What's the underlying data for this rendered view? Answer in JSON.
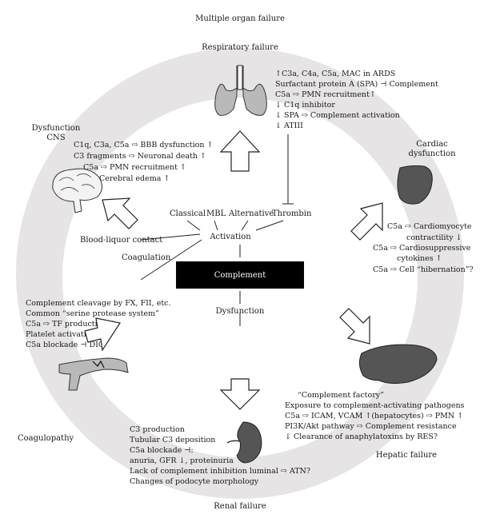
{
  "title": "Multiple organ failure",
  "respiratory": {
    "label": "Respiratory failure",
    "lines": [
      "↑C3a, C4a, C5a, MAC in ARDS",
      "Surfactant protein A (SPA) ⊣ Complement",
      "C5a ⇨ PMN recruitment↑",
      "↓ C1q inhibitor",
      "↓ SPA ⇨ Complement activation",
      "↓ ATIII"
    ]
  },
  "cns": {
    "label_line1": "Dysfunction",
    "label_line2": "CNS",
    "lines": [
      "C1q, C3a, C5a ⇨ BBB dysfunction ↑",
      "C3 fragments ⇨ Neuronal death ↑",
      "C5a ⇨ PMN recruitment ↑",
      "Cerebral edema ↑"
    ]
  },
  "cardiac": {
    "label_line1": "Cardiac",
    "label_line2": "dysfunction",
    "lines": [
      "C5a ⇨ Cardiomyocyte",
      "contractility ↓",
      "C5a ⇨ Cardiosuppressive",
      "cytokines ↑",
      "C5a ⇨ Cell “hibernation”?"
    ]
  },
  "center": {
    "pathways": [
      "Classical",
      "MBL",
      "Alternative",
      "Thrombin"
    ],
    "activation": "Activation",
    "complement": "Complement",
    "dysfunction": "Dysfunction",
    "blood_liquor": "Blood-liquor contact",
    "coagulation": "Coagulation"
  },
  "coagulopathy": {
    "label": "Coagulopathy",
    "lines": [
      "Complement cleavage by FX, FII, etc.",
      "Common “serine protease system”",
      "C5a ⇨ TF production ↑",
      "Platelet activation",
      "C5a blockade ⊣ DIC"
    ]
  },
  "hepatic": {
    "label": "Hepatic failure",
    "lines": [
      "“Complement factory”",
      "Exposure to complement-activating pathogens",
      "C5a ⇨ ICAM, VCAM ↑(hepatocytes) ⇨ PMN ↑",
      "PI3K/Akt pathway ⇨ Complement resistance",
      "↓ Clearance of anaphylatoxins by RES?"
    ]
  },
  "renal": {
    "label": "Renal failure",
    "lines": [
      "C3 production",
      "Tubular C3 deposition",
      "C5a blockade ⊣:",
      "anuria, GFR ↓, proteinuria",
      "Lack of complement inhibition luminal ⇨ ATN?",
      "Changes of podocyte morphology"
    ]
  },
  "colors": {
    "ring": "#e6e4e4",
    "complement_box": "#000000",
    "organ_dark": "#555555"
  }
}
